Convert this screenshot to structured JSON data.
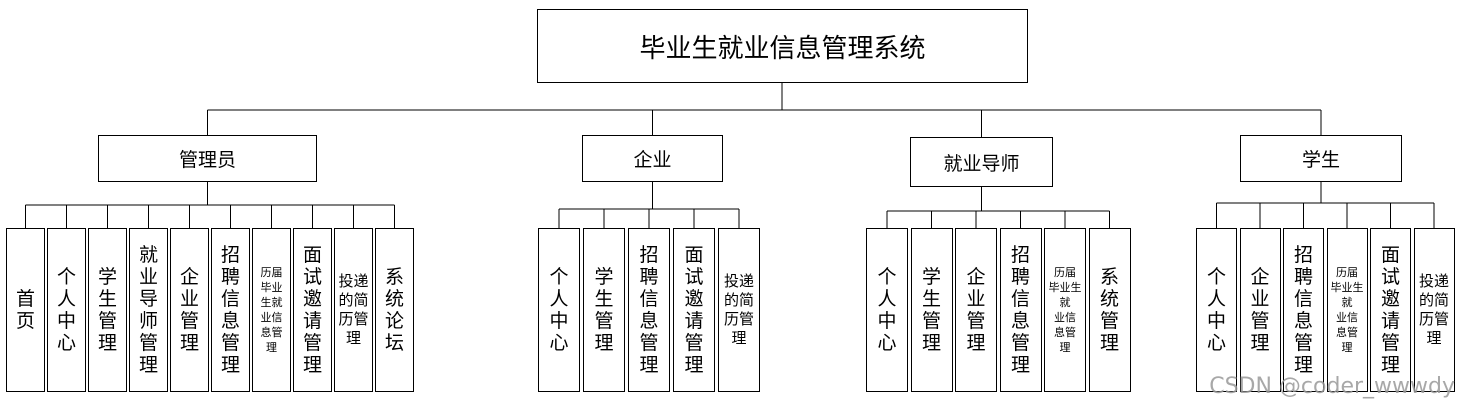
{
  "root": "毕业生就业信息管理系统",
  "groups": [
    {
      "label": "管理员",
      "items": [
        "首页",
        "个人中心",
        "学生管理",
        "就业导师管理",
        "企业管理",
        "招聘信息管理",
        "历届毕业生就业信息管理",
        "面试邀请管理",
        "投递的简历管理",
        "系统论坛"
      ]
    },
    {
      "label": "企业",
      "items": [
        "个人中心",
        "学生管理",
        "招聘信息管理",
        "面试邀请管理",
        "投递的简历管理"
      ]
    },
    {
      "label": "就业导师",
      "items": [
        "个人中心",
        "学生管理",
        "企业管理",
        "招聘信息管理",
        "历届毕业生就业信息管理",
        "系统管理"
      ]
    },
    {
      "label": "学生",
      "items": [
        "个人中心",
        "企业管理",
        "招聘信息管理",
        "历届毕业生就业信息管理",
        "面试邀请管理",
        "投递的简历管理"
      ]
    }
  ],
  "watermark": "CSDN @coder_wwwdy"
}
